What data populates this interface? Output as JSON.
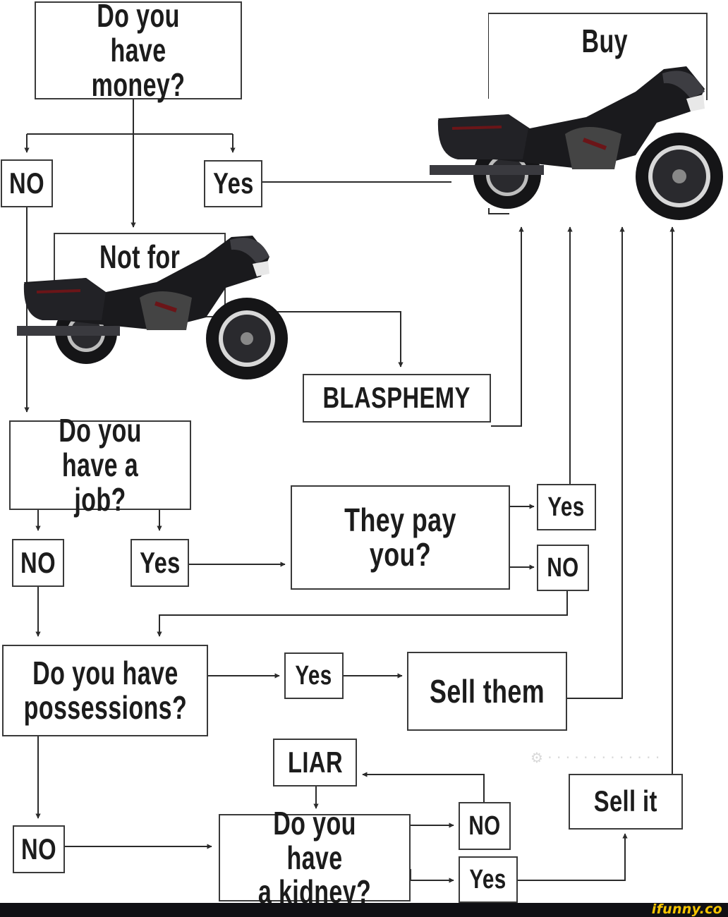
{
  "nodes": {
    "money_q": "Do you\nhave money?",
    "money_no": "NO",
    "money_yes": "Yes",
    "buy": "Buy",
    "not_for": "Not for",
    "blasphemy": "BLASPHEMY",
    "job_q": "Do you\nhave a job?",
    "job_no": "NO",
    "job_yes": "Yes",
    "pay_q": "They pay you?",
    "pay_yes": "Yes",
    "pay_no": "NO",
    "poss_q": "Do you have\npossessions?",
    "poss_yes": "Yes",
    "sell_them": "Sell them",
    "liar": "LIAR",
    "sell_it": "Sell it",
    "poss_no": "NO",
    "kidney_q": "Do you have\na kidney?",
    "kidney_no": "NO",
    "kidney_yes": "Yes"
  },
  "colors": {
    "line": "#2b2b2b",
    "border": "#3a3a3a",
    "text": "#1c1c1c",
    "footer": "#101014",
    "brand": "#f5c400",
    "bike_body": "#1a1a1d",
    "bike_accent": "#6b1518"
  },
  "footer": {
    "brand": "ifunny.co"
  }
}
